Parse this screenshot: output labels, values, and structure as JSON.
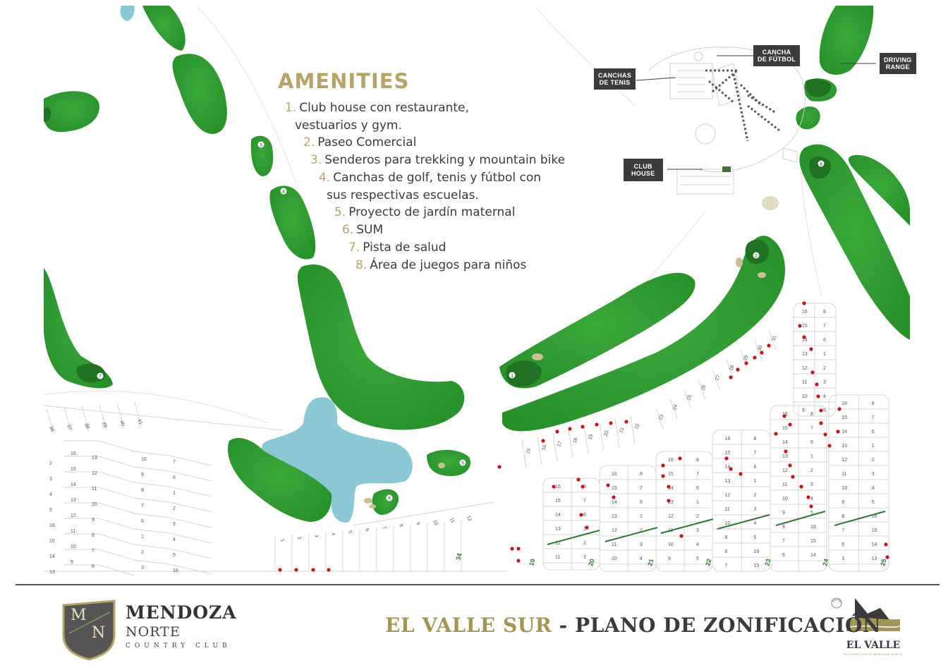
{
  "amenities": {
    "title": "AMENITIES",
    "items": [
      {
        "num": "1.",
        "text": "Club house con restaurante,"
      },
      {
        "num": "",
        "text": "vestuarios y gym."
      },
      {
        "num": "2.",
        "text": "Paseo Comercial"
      },
      {
        "num": "3.",
        "text": "Senderos para trekking y mountain bike"
      },
      {
        "num": "4.",
        "text": "Canchas de golf, tenis y fútbol con"
      },
      {
        "num": "",
        "text": "sus respectivas escuelas."
      },
      {
        "num": "5.",
        "text": "Proyecto de jardín maternal"
      },
      {
        "num": "6.",
        "text": "SUM"
      },
      {
        "num": "7.",
        "text": "Pista de salud"
      },
      {
        "num": "8.",
        "text": "Área de juegos para niños"
      }
    ]
  },
  "labels": {
    "canchas_tenis": [
      "CANCHAS",
      "DE TENIS"
    ],
    "cancha_futbol": [
      "CANCHA",
      "DE FÚTBOL"
    ],
    "driving_range": [
      "DRIVING",
      "RANGE"
    ],
    "club_house": [
      "CLUB",
      "HOUSE"
    ]
  },
  "footer": {
    "logo_initials": [
      "M",
      "N"
    ],
    "brand_name": "MENDOZA",
    "brand_sub": "NORTE",
    "brand_sub2": "COUNTRY CLUB",
    "title_part1": "EL VALLE SUR",
    "title_sep": " - ",
    "title_part2": "PLANO DE ZONIFICACIÓN",
    "el_valle": "EL VALLE",
    "el_valle_sub": "RESIDENCIAS DE MENDOZA NORTE"
  },
  "greens": [
    "1",
    "2",
    "3",
    "4",
    "5",
    "6",
    "7",
    "8"
  ],
  "block_numbers": [
    "19",
    "20",
    "21",
    "22",
    "23",
    "24",
    "25",
    "34"
  ],
  "lot_numbers": {
    "row_top_left": [
      "36",
      "37",
      "38",
      "39",
      "40",
      "41"
    ],
    "row_mid": [
      "15",
      "16",
      "17",
      "18",
      "19",
      "20",
      "21",
      "22"
    ],
    "row_diag": [
      "23",
      "24",
      "25",
      "26",
      "27",
      "28",
      "29",
      "30",
      "31"
    ],
    "block_a": [
      "16",
      "15",
      "14",
      "13",
      "12",
      "11",
      "10",
      "9",
      "8",
      "7",
      "6",
      "1",
      "2",
      "3",
      "4",
      "5"
    ],
    "bottom_row": [
      "1",
      "2",
      "3",
      "4",
      "5",
      "6",
      "7",
      "8",
      "9",
      "10",
      "11",
      "12"
    ]
  },
  "colors": {
    "fairway": "#2e9b2f",
    "fairway_dark": "#237a26",
    "water": "#8ac8d6",
    "lot_line": "#cfcfcf",
    "lot_dot": "#c8141c",
    "gold": "#b5a46a",
    "dark": "#3b3b3b"
  }
}
